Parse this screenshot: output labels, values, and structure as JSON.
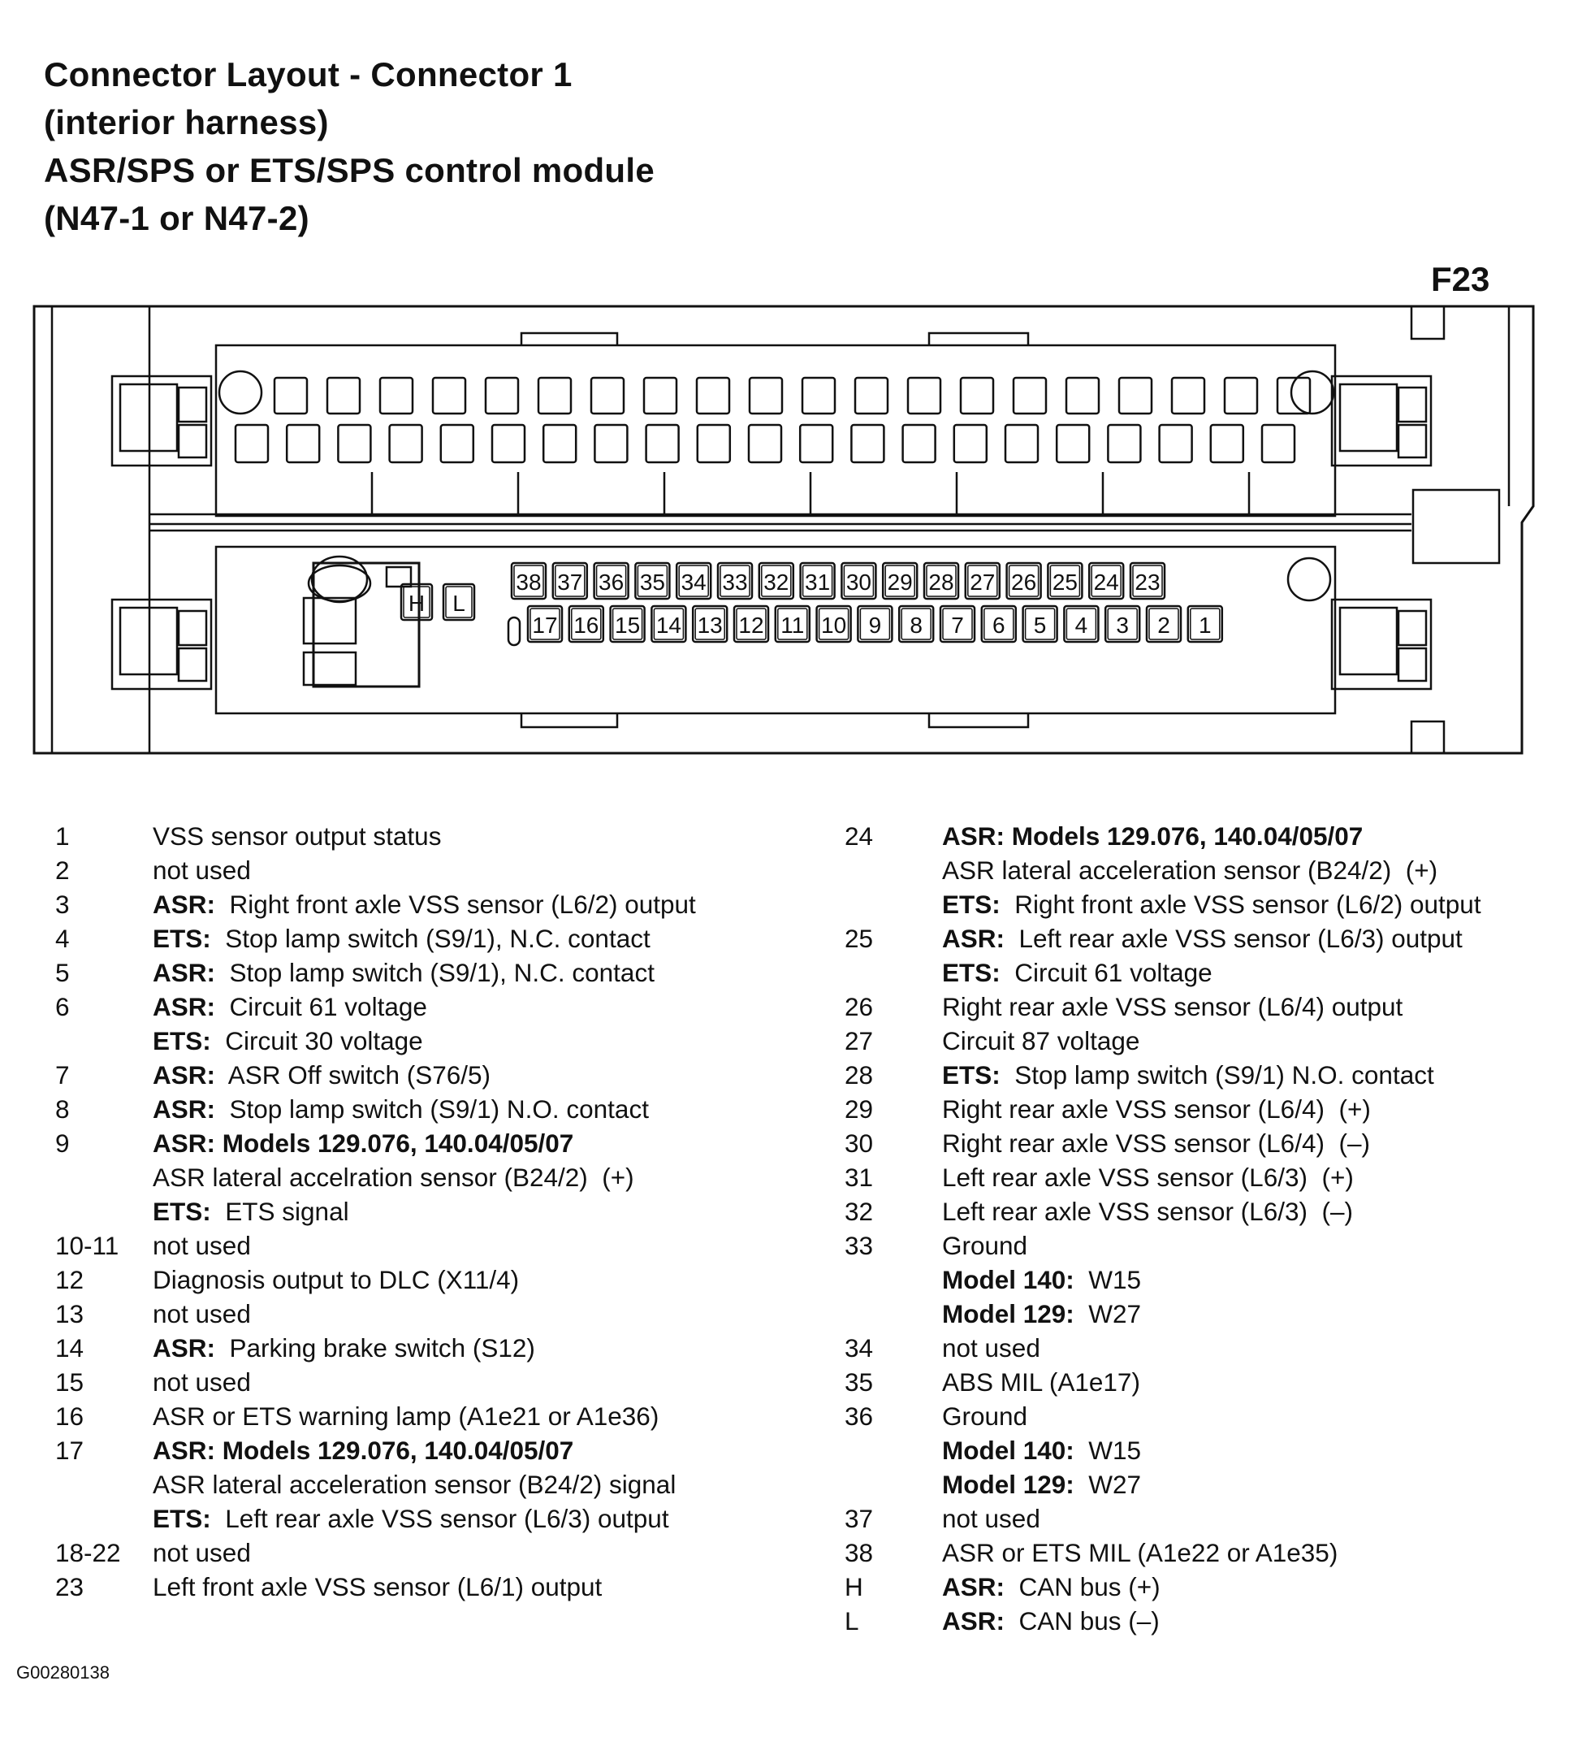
{
  "header": {
    "title_lines": [
      "Connector Layout - Connector 1",
      "(interior harness)",
      "ASR/SPS or ETS/SPS control module",
      "(N47-1 or N47-2)"
    ],
    "figure_label": "F23"
  },
  "connector": {
    "top_row_labels": [
      "38",
      "37",
      "36",
      "35",
      "34",
      "33",
      "32",
      "31",
      "30",
      "29",
      "28",
      "27",
      "26",
      "25",
      "24",
      "23"
    ],
    "bottom_row_labels": [
      "17",
      "16",
      "15",
      "14",
      "13",
      "12",
      "11",
      "10",
      "9",
      "8",
      "7",
      "6",
      "5",
      "4",
      "3",
      "2",
      "1"
    ],
    "can_labels": [
      "H",
      "L"
    ]
  },
  "legend_left": [
    {
      "pin": "1",
      "lines": [
        [
          {
            "t": "VSS sensor output status"
          }
        ]
      ]
    },
    {
      "pin": "2",
      "lines": [
        [
          {
            "t": "not used"
          }
        ]
      ]
    },
    {
      "pin": "3",
      "lines": [
        [
          {
            "t": "ASR:",
            "b": true
          },
          {
            "t": "  Right front axle VSS sensor (L6/2) output"
          }
        ]
      ]
    },
    {
      "pin": "4",
      "lines": [
        [
          {
            "t": "ETS:",
            "b": true
          },
          {
            "t": "  Stop lamp switch (S9/1), N.C. contact"
          }
        ]
      ]
    },
    {
      "pin": "5",
      "lines": [
        [
          {
            "t": "ASR:",
            "b": true
          },
          {
            "t": "  Stop lamp switch (S9/1), N.C. contact"
          }
        ]
      ]
    },
    {
      "pin": "6",
      "lines": [
        [
          {
            "t": "ASR:",
            "b": true
          },
          {
            "t": "  Circuit 61 voltage"
          }
        ],
        [
          {
            "t": "ETS:",
            "b": true
          },
          {
            "t": "  Circuit 30 voltage"
          }
        ]
      ]
    },
    {
      "pin": "7",
      "lines": [
        [
          {
            "t": "ASR:",
            "b": true
          },
          {
            "t": "  ASR Off switch (S76/5)"
          }
        ]
      ]
    },
    {
      "pin": "8",
      "lines": [
        [
          {
            "t": "ASR:",
            "b": true
          },
          {
            "t": "  Stop lamp switch (S9/1) N.O. contact"
          }
        ]
      ]
    },
    {
      "pin": "9",
      "lines": [
        [
          {
            "t": "ASR: Models 129.076, 140.04/05/07",
            "b": true
          }
        ],
        [
          {
            "t": "ASR lateral accelration sensor (B24/2)  (+)"
          }
        ],
        [
          {
            "t": "ETS:",
            "b": true
          },
          {
            "t": "  ETS signal"
          }
        ]
      ]
    },
    {
      "pin": "10-11",
      "lines": [
        [
          {
            "t": "not used"
          }
        ]
      ]
    },
    {
      "pin": "12",
      "lines": [
        [
          {
            "t": "Diagnosis output to DLC (X11/4)"
          }
        ]
      ]
    },
    {
      "pin": "13",
      "lines": [
        [
          {
            "t": "not used"
          }
        ]
      ]
    },
    {
      "pin": "14",
      "lines": [
        [
          {
            "t": "ASR:",
            "b": true
          },
          {
            "t": "  Parking brake switch (S12)"
          }
        ]
      ]
    },
    {
      "pin": "15",
      "lines": [
        [
          {
            "t": "not used"
          }
        ]
      ]
    },
    {
      "pin": "16",
      "lines": [
        [
          {
            "t": "ASR or ETS warning lamp (A1e21 or A1e36)"
          }
        ]
      ]
    },
    {
      "pin": "17",
      "lines": [
        [
          {
            "t": "ASR: Models 129.076, 140.04/05/07",
            "b": true
          }
        ],
        [
          {
            "t": "ASR lateral acceleration sensor (B24/2) signal"
          }
        ],
        [
          {
            "t": "ETS:",
            "b": true
          },
          {
            "t": "  Left rear axle VSS sensor (L6/3) output"
          }
        ]
      ]
    },
    {
      "pin": "18-22",
      "lines": [
        [
          {
            "t": "not used"
          }
        ]
      ]
    },
    {
      "pin": "23",
      "lines": [
        [
          {
            "t": "Left front axle VSS sensor (L6/1) output"
          }
        ]
      ]
    }
  ],
  "legend_right": [
    {
      "pin": "24",
      "lines": [
        [
          {
            "t": "ASR: Models 129.076, 140.04/05/07",
            "b": true
          }
        ],
        [
          {
            "t": "ASR lateral acceleration sensor (B24/2)  (+)"
          }
        ],
        [
          {
            "t": "ETS:",
            "b": true
          },
          {
            "t": "  Right front axle VSS sensor (L6/2) output"
          }
        ]
      ]
    },
    {
      "pin": "25",
      "lines": [
        [
          {
            "t": "ASR:",
            "b": true
          },
          {
            "t": "  Left rear axle VSS sensor (L6/3) output"
          }
        ],
        [
          {
            "t": "ETS:",
            "b": true
          },
          {
            "t": "  Circuit 61 voltage"
          }
        ]
      ]
    },
    {
      "pin": "26",
      "lines": [
        [
          {
            "t": "Right rear axle VSS sensor (L6/4) output"
          }
        ]
      ]
    },
    {
      "pin": "27",
      "lines": [
        [
          {
            "t": "Circuit 87 voltage"
          }
        ]
      ]
    },
    {
      "pin": "28",
      "lines": [
        [
          {
            "t": "ETS:",
            "b": true
          },
          {
            "t": "  Stop lamp switch (S9/1) N.O. contact"
          }
        ]
      ]
    },
    {
      "pin": "29",
      "lines": [
        [
          {
            "t": "Right rear axle VSS sensor (L6/4)  (+)"
          }
        ]
      ]
    },
    {
      "pin": "30",
      "lines": [
        [
          {
            "t": "Right rear axle VSS sensor (L6/4)  (–)"
          }
        ]
      ]
    },
    {
      "pin": "31",
      "lines": [
        [
          {
            "t": "Left rear axle VSS sensor (L6/3)  (+)"
          }
        ]
      ]
    },
    {
      "pin": "32",
      "lines": [
        [
          {
            "t": "Left rear axle VSS sensor (L6/3)  (–)"
          }
        ]
      ]
    },
    {
      "pin": "33",
      "lines": [
        [
          {
            "t": "Ground"
          }
        ],
        [
          {
            "t": "Model 140:",
            "b": true
          },
          {
            "t": "  W15"
          }
        ],
        [
          {
            "t": "Model 129:",
            "b": true
          },
          {
            "t": "  W27"
          }
        ]
      ]
    },
    {
      "pin": "34",
      "lines": [
        [
          {
            "t": "not used"
          }
        ]
      ]
    },
    {
      "pin": "35",
      "lines": [
        [
          {
            "t": "ABS MIL (A1e17)"
          }
        ]
      ]
    },
    {
      "pin": "36",
      "lines": [
        [
          {
            "t": "Ground"
          }
        ],
        [
          {
            "t": "Model 140:",
            "b": true
          },
          {
            "t": "  W15"
          }
        ],
        [
          {
            "t": "Model 129:",
            "b": true
          },
          {
            "t": "  W27"
          }
        ]
      ]
    },
    {
      "pin": "37",
      "lines": [
        [
          {
            "t": "not used"
          }
        ]
      ]
    },
    {
      "pin": "38",
      "lines": [
        [
          {
            "t": "ASR or ETS MIL (A1e22 or A1e35)"
          }
        ]
      ]
    },
    {
      "pin": "H",
      "lines": [
        [
          {
            "t": "ASR:",
            "b": true
          },
          {
            "t": "  CAN bus (+)"
          }
        ]
      ]
    },
    {
      "pin": "L",
      "lines": [
        [
          {
            "t": "ASR:",
            "b": true
          },
          {
            "t": "  CAN bus (–)"
          }
        ]
      ]
    }
  ],
  "footer": {
    "ref_code": "G00280138"
  }
}
